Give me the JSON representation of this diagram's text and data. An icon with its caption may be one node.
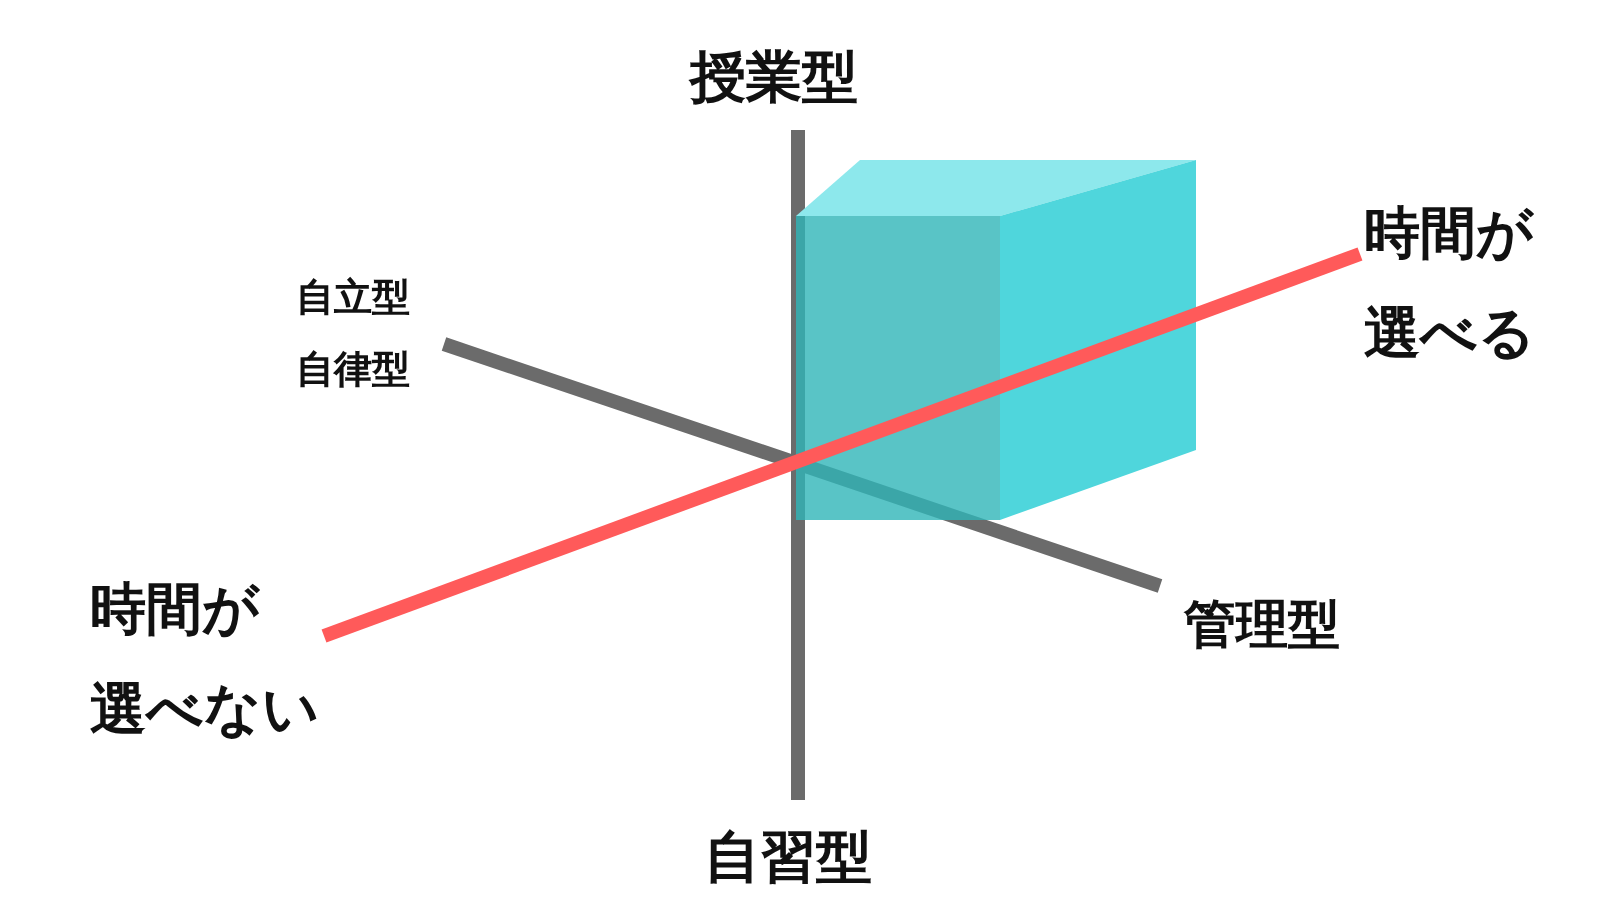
{
  "diagram": {
    "labels": [
      "授業型",
      "自立型",
      "自律型",
      "時間が選べる",
      "管理型",
      "時間が選べない",
      "自習型"
    ]
  }
}
